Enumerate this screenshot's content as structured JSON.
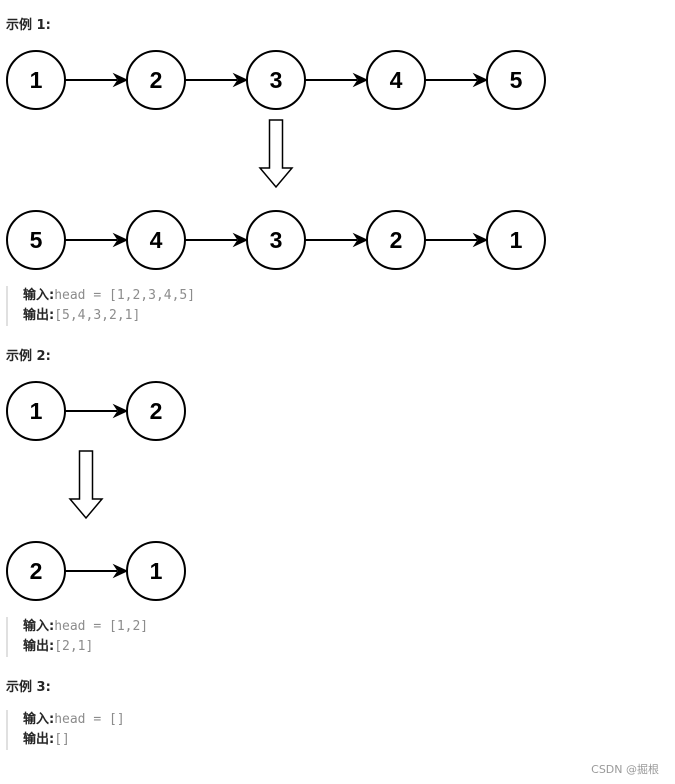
{
  "examples": [
    {
      "title": "示例 1:",
      "input_nodes": [
        "1",
        "2",
        "3",
        "4",
        "5"
      ],
      "output_nodes": [
        "5",
        "4",
        "3",
        "2",
        "1"
      ],
      "input_label": "输入:",
      "input_value": "head = [1,2,3,4,5]",
      "output_label": "输出:",
      "output_value": "[5,4,3,2,1]"
    },
    {
      "title": "示例 2:",
      "input_nodes": [
        "1",
        "2"
      ],
      "output_nodes": [
        "2",
        "1"
      ],
      "input_label": "输入:",
      "input_value": "head = [1,2]",
      "output_label": "输出:",
      "output_value": "[2,1]"
    },
    {
      "title": "示例 3:",
      "input_label": "输入:",
      "input_value": "head = []",
      "output_label": "输出:",
      "output_value": "[]"
    }
  ],
  "watermark": "CSDN @掘根"
}
